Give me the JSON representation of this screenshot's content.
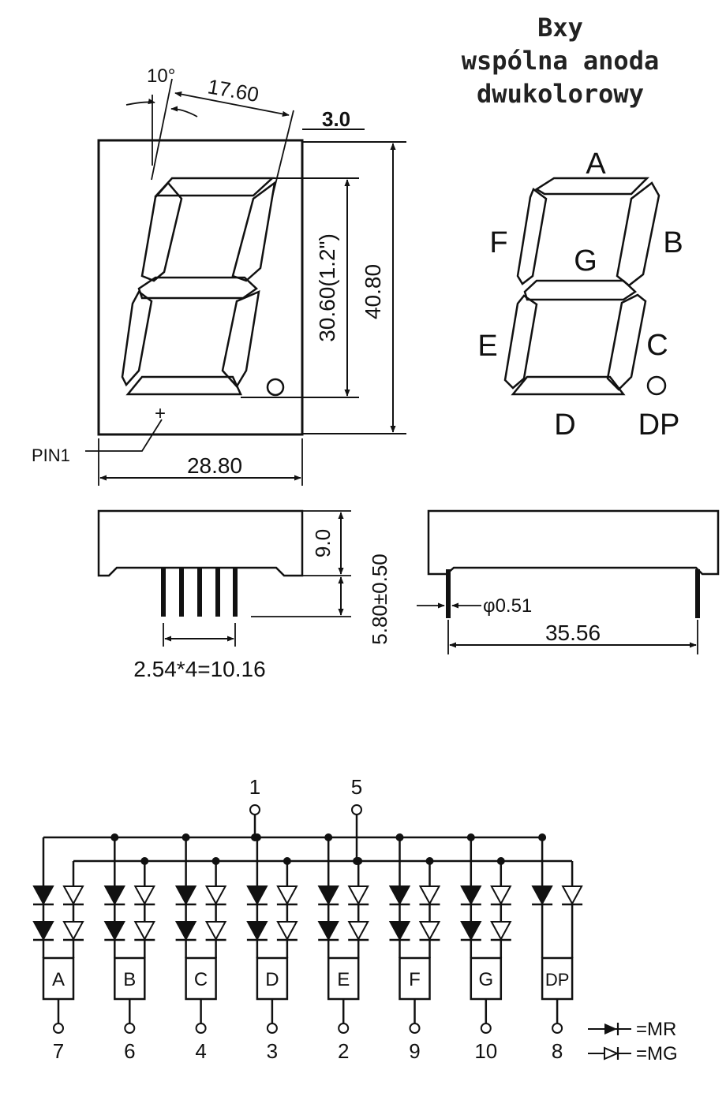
{
  "title": {
    "line1": "Bxy",
    "line2": "wspólna anoda",
    "line3": "dwukolorowy"
  },
  "front_view": {
    "angle": "10°",
    "top_width": "17.60",
    "edge": "3.0",
    "digit_height": "30.60(1.2\")",
    "total_height": "40.80",
    "width": "28.80",
    "pin1": "PIN1",
    "pin1_mark": "+"
  },
  "segment_map": {
    "A": "A",
    "B": "B",
    "C": "C",
    "D": "D",
    "E": "E",
    "F": "F",
    "G": "G",
    "DP": "DP"
  },
  "side_view": {
    "body_height": "9.0",
    "pin_length": "5.80±0.50",
    "pitch": "2.54*4=10.16",
    "pin_diameter": "φ0.51",
    "row_spacing": "35.56"
  },
  "circuit": {
    "common_pins": [
      "1",
      "5"
    ],
    "segments": [
      {
        "label": "A",
        "pin": "7"
      },
      {
        "label": "B",
        "pin": "6"
      },
      {
        "label": "C",
        "pin": "4"
      },
      {
        "label": "D",
        "pin": "3"
      },
      {
        "label": "E",
        "pin": "2"
      },
      {
        "label": "F",
        "pin": "9"
      },
      {
        "label": "G",
        "pin": "10"
      },
      {
        "label": "DP",
        "pin": "8"
      }
    ],
    "legend": [
      {
        "symbol": "filled-diode-icon",
        "text": "=MR"
      },
      {
        "symbol": "hollow-diode-icon",
        "text": "=MG"
      }
    ]
  }
}
